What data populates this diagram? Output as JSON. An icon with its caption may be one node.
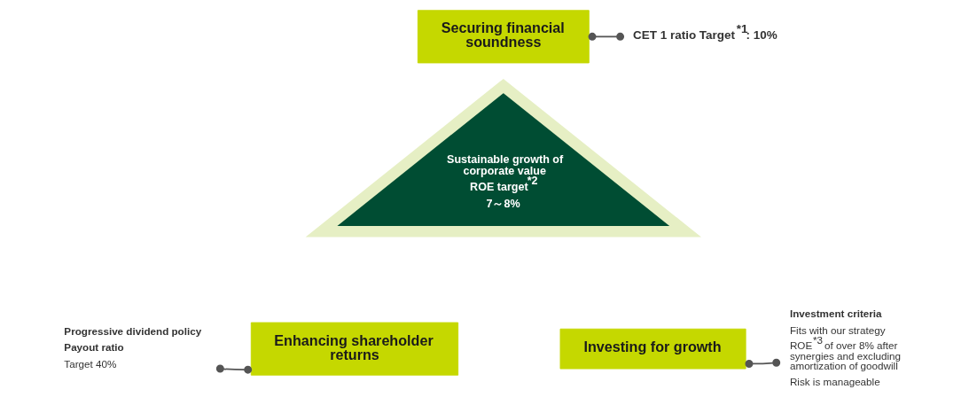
{
  "diagram": {
    "nodes": [
      {
        "text": [
          "Securing financial soundness"
        ]
      },
      {
        "text": [
          "CET 1 ratio Target$^{*1}$: 10%"
        ]
      },
      {
        "text": [
          "Sustainable growth of corporate value",
          "ROE target$^{*2}$",
          "7～8%"
        ]
      },
      {
        "text": [
          "Progressive dividend policy",
          "Payout ratio",
          "Target 40%"
        ]
      },
      {
        "text": [
          "Enhancing shareholder returns"
        ]
      },
      {
        "text": [
          "Investment criteria",
          "Fits with our strategy",
          "ROE$^{*3}$ of over 8% after synergies and excluding amortization of goodwill",
          "Risk is manageable"
        ]
      },
      {
        "text": [
          "Investing for growth"
        ]
      }
    ],
    "edges": [
      {
        "from": 0,
        "to": 1,
        "arrow": "other"
      },
      {
        "from": 3,
        "to": 4,
        "arrow": "other"
      },
      {
        "from": 6,
        "to": 5,
        "arrow": "other"
      }
    ]
  }
}
